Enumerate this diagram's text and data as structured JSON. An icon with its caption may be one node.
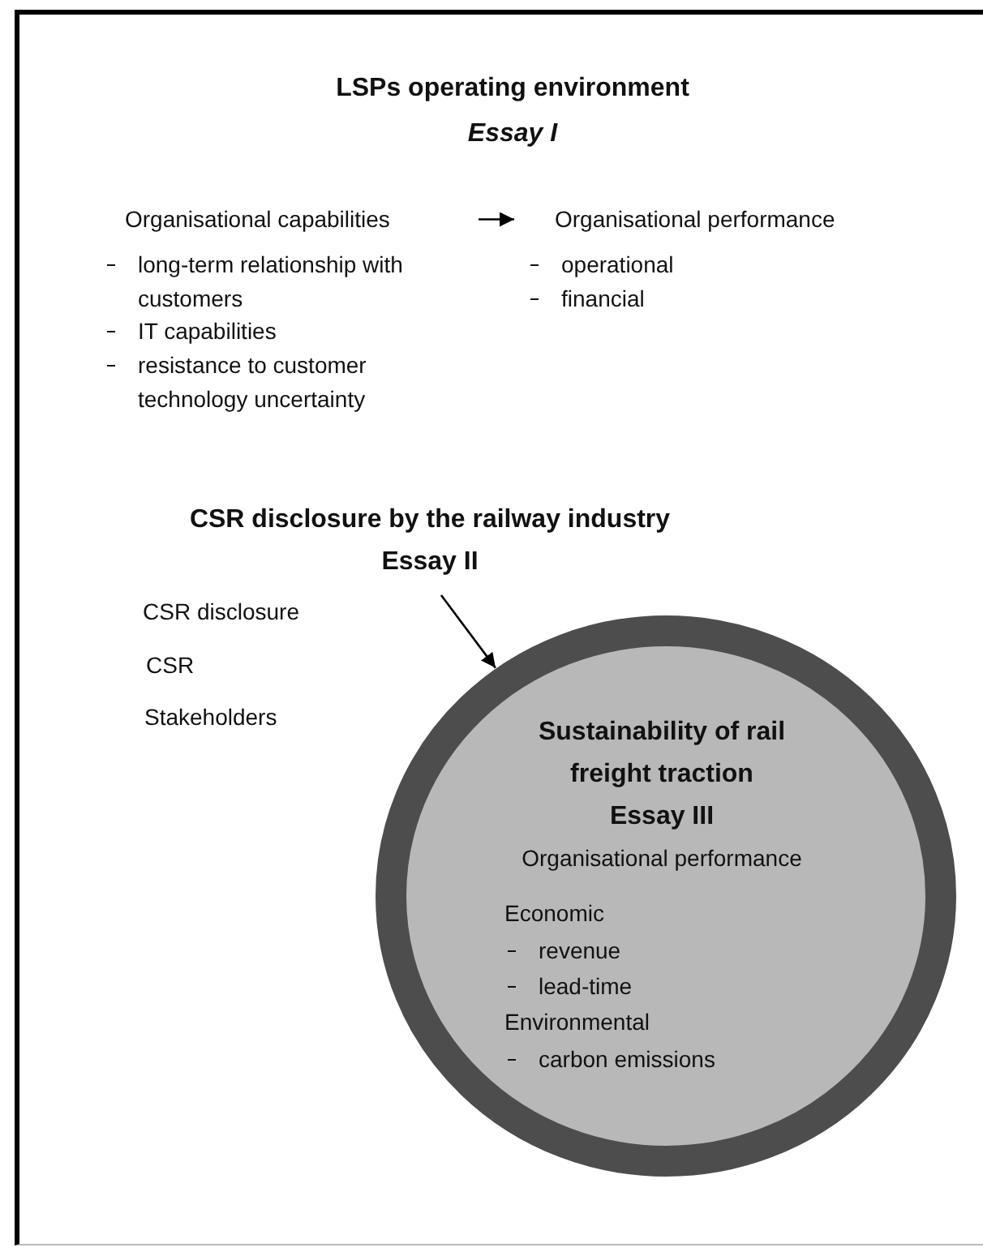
{
  "diagram": {
    "nodes": [
      {
        "text": [
          "LSPs operating environment",
          "Essay I"
        ]
      },
      {
        "text": [
          "Organisational capabilities",
          "long-term relationship with customers",
          "IT capabilities",
          "resistance to customer technology uncertainty"
        ],
        "in": 0
      },
      {
        "text": [
          "Organisational performance",
          "operational",
          "financial"
        ],
        "in": 0
      },
      {
        "text": [
          "CSR disclosure by the railway industry",
          "Essay II"
        ],
        "in": 0
      },
      {
        "text": [
          "Sustainability of rail freight traction",
          "Essay III",
          "Organisational performance",
          "Economic",
          "revenue",
          "lead-time",
          "Environmental",
          "carbon emissions"
        ],
        "in": 0
      }
    ],
    "edges": [
      {
        "from": 1,
        "to": 2,
        "arrow": "to"
      },
      {
        "from": 3,
        "to": 4,
        "arrow": "to"
      }
    ],
    "labels": [
      "CSR disclosure",
      "CSR",
      "Stakeholders"
    ]
  }
}
